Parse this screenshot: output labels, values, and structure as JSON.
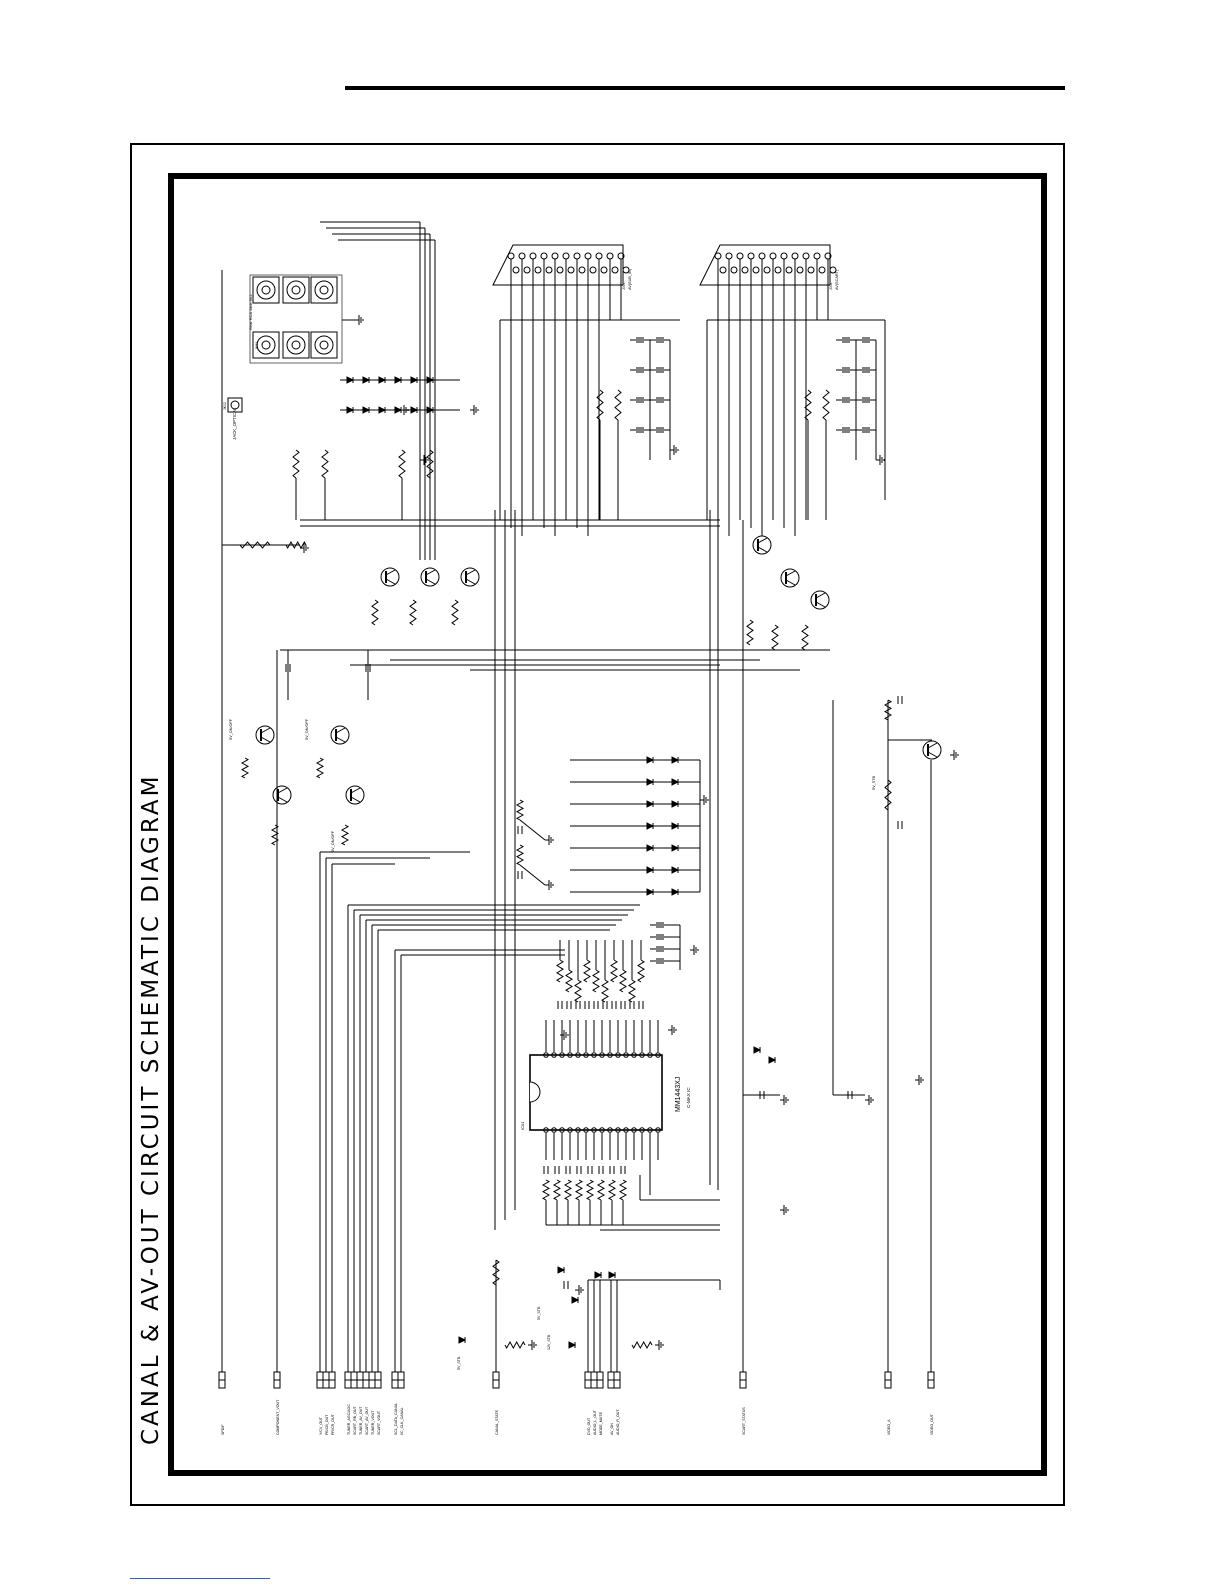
{
  "title": "CANAL & AV-OUT CIRCUIT SCHEMATIC DIAGRAM",
  "ic": {
    "ref": "IC01",
    "part": "MM1443XJ",
    "pkg": "C-MAX IC"
  },
  "connectors": [
    {
      "ref": "J001",
      "name": "AV(SUB_IN)"
    },
    {
      "ref": "J002",
      "name": "AV(SCART)"
    }
  ],
  "rca_block": {
    "label": "Rear RCA Jack 3X2",
    "ref": "JK01"
  },
  "optical": {
    "label": "JACK_OPTICAL",
    "ref": "JK02"
  },
  "left_signals": [
    {
      "label": "SPDIF",
      "group": 0
    },
    {
      "label": "COMPONENT_VOUT",
      "group": 1
    },
    {
      "label": "Y/CV_OUT",
      "group": 2
    },
    {
      "label": "PB/CB_OUT",
      "group": 2
    },
    {
      "label": "PR/CR_OUT",
      "group": 2
    },
    {
      "label": "TUNER_AGC/AGC",
      "group": 3
    },
    {
      "label": "SCART_RB_OUT",
      "group": 3
    },
    {
      "label": "TUNER_AV_OUT",
      "group": 3
    },
    {
      "label": "SCART_AV_OUT",
      "group": 3
    },
    {
      "label": "TUNER_VOUT",
      "group": 3
    },
    {
      "label": "SCART_VOUT",
      "group": 3
    },
    {
      "label": "SCL_DATA_CANAL",
      "group": 4
    },
    {
      "label": "IIC_CLK_CANAL",
      "group": 4
    },
    {
      "label": "CANAL_STATE",
      "group": 5
    },
    {
      "label": "DVD_OUT",
      "group": 6
    },
    {
      "label": "AUDIO_L_OUT",
      "group": 6
    },
    {
      "label": "MODE_MUTE",
      "group": 6
    },
    {
      "label": "AV_ON",
      "group": 7
    },
    {
      "label": "AUDIO_R_OUT",
      "group": 7
    },
    {
      "label": "SCART_STATUS",
      "group": 8
    },
    {
      "label": "VIDEO_A",
      "group": 9
    },
    {
      "label": "VIDEO_OUT",
      "group": 10
    }
  ],
  "power_labels": [
    "5V_ON/OFF",
    "5V_ON/OFF",
    "5V_ON/OFF",
    "5V_STB",
    "5V_STB",
    "12V_STB",
    "5V_STB"
  ]
}
